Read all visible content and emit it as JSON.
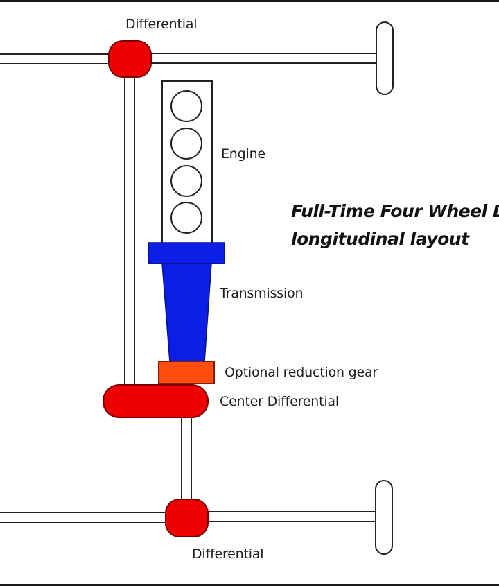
{
  "diagram": {
    "title_line1": "Full-Time Four Wheel D",
    "title_line2": "longitudinal layout",
    "labels": {
      "front_differential": "Differential",
      "engine": "Engine",
      "transmission": "Transmission",
      "reduction_gear": "Optional reduction gear",
      "center_differential": "Center Differential",
      "rear_differential": "Differential"
    },
    "components": [
      {
        "name": "front-differential",
        "type": "differential"
      },
      {
        "name": "engine",
        "type": "inline-4",
        "cylinders": 4
      },
      {
        "name": "transmission",
        "type": "gearbox"
      },
      {
        "name": "reduction-gear",
        "type": "optional"
      },
      {
        "name": "center-differential",
        "type": "differential"
      },
      {
        "name": "rear-differential",
        "type": "differential"
      }
    ],
    "colors": {
      "differential": "#ee0000",
      "transmission": "#0a1ee6",
      "reduction_gear": "#ff4d0d",
      "outline": "#222222",
      "shaft_fill": "#ffffff"
    }
  }
}
